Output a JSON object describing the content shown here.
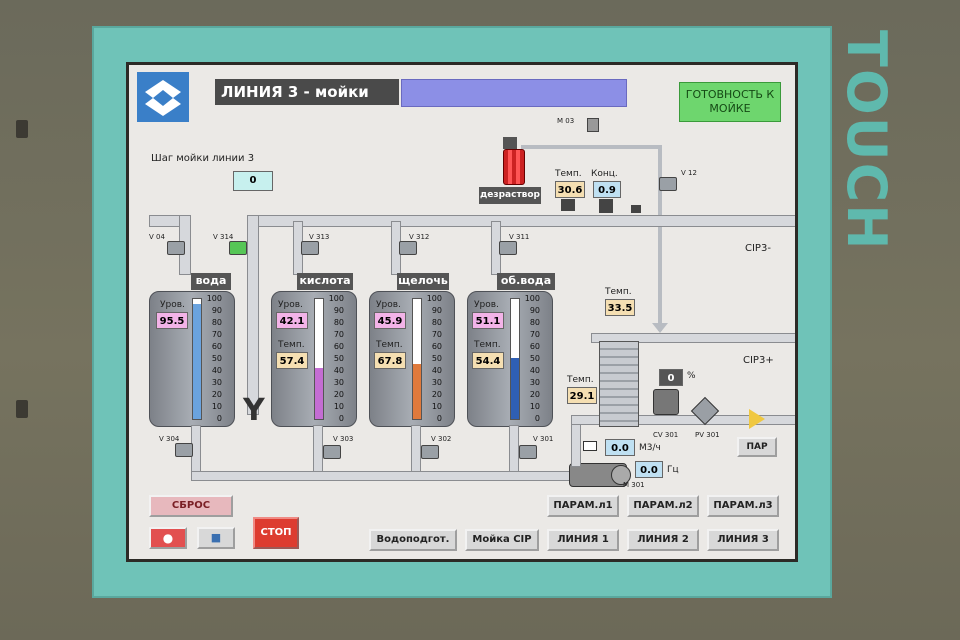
{
  "header": {
    "title": "ЛИНИЯ 3 - мойки",
    "ready_button": "ГОТОВНОСТЬ К МОЙКЕ",
    "device_label": "TOUCH"
  },
  "step": {
    "label": "Шаг мойки линии 3",
    "value": "0"
  },
  "disinfectant": {
    "label": "дезраствор",
    "temp_label": "Темп.",
    "temp_value": "30.6",
    "conc_label": "Конц.",
    "conc_value": "0.9"
  },
  "lines": {
    "cip_return": "CIP3-",
    "cip_supply": "CIP3+"
  },
  "tanks": [
    {
      "name": "вода",
      "level_label": "Уров.",
      "level": "95.5",
      "level_value": 95.5,
      "temp_label": "",
      "temp": "",
      "fill_color": "#6aa3de"
    },
    {
      "name": "кислота",
      "level_label": "Уров.",
      "level": "42.1",
      "level_value": 42.1,
      "temp_label": "Темп.",
      "temp": "57.4",
      "fill_color": "#c46dd3"
    },
    {
      "name": "щелочь",
      "level_label": "Уров.",
      "level": "45.9",
      "level_value": 45.9,
      "temp_label": "Темп.",
      "temp": "67.8",
      "fill_color": "#e07a3c"
    },
    {
      "name": "об.вода",
      "level_label": "Уров.",
      "level": "51.1",
      "level_value": 51.1,
      "temp_label": "Темп.",
      "temp": "54.4",
      "fill_color": "#2f5fb4"
    }
  ],
  "scale_ticks": [
    "100",
    "90",
    "80",
    "70",
    "60",
    "50",
    "40",
    "30",
    "20",
    "10",
    "0"
  ],
  "valves": {
    "v04": "V 04",
    "v314": "V 314",
    "v313": "V 313",
    "v312": "V 312",
    "v311": "V 311",
    "v12": "V 12",
    "v304": "V 304",
    "v303": "V 303",
    "v302": "V 302",
    "v301": "V 301",
    "m03": "M 03",
    "cv301": "CV 301",
    "pv301": "PV 301",
    "m301": "M 301"
  },
  "heat_exchanger": {
    "temp_label_top": "Темп.",
    "temp_top": "33.5",
    "temp_label_bottom": "Темп.",
    "temp_bottom": "29.1",
    "cv_percent": "0",
    "percent_unit": "%",
    "flow_value": "0.0",
    "flow_unit": "М3/ч",
    "freq_value": "0.0",
    "freq_unit": "Гц",
    "steam_label": "ПАР"
  },
  "buttons": {
    "reset": "СБРОС",
    "stop": "СТОП",
    "water_prep": "Водоподгот.",
    "cip_wash": "Мойка CIP",
    "param1": "ПАРАМ.л1",
    "param2": "ПАРАМ.л2",
    "param3": "ПАРАМ.л3",
    "line1": "ЛИНИЯ 1",
    "line2": "ЛИНИЯ 2",
    "line3": "ЛИНИЯ 3"
  },
  "colors": {
    "bezel": "#6fc3b8",
    "ready": "#6ed66e",
    "stop": "#dd3c30",
    "title_bar": "#8c8fe6"
  }
}
